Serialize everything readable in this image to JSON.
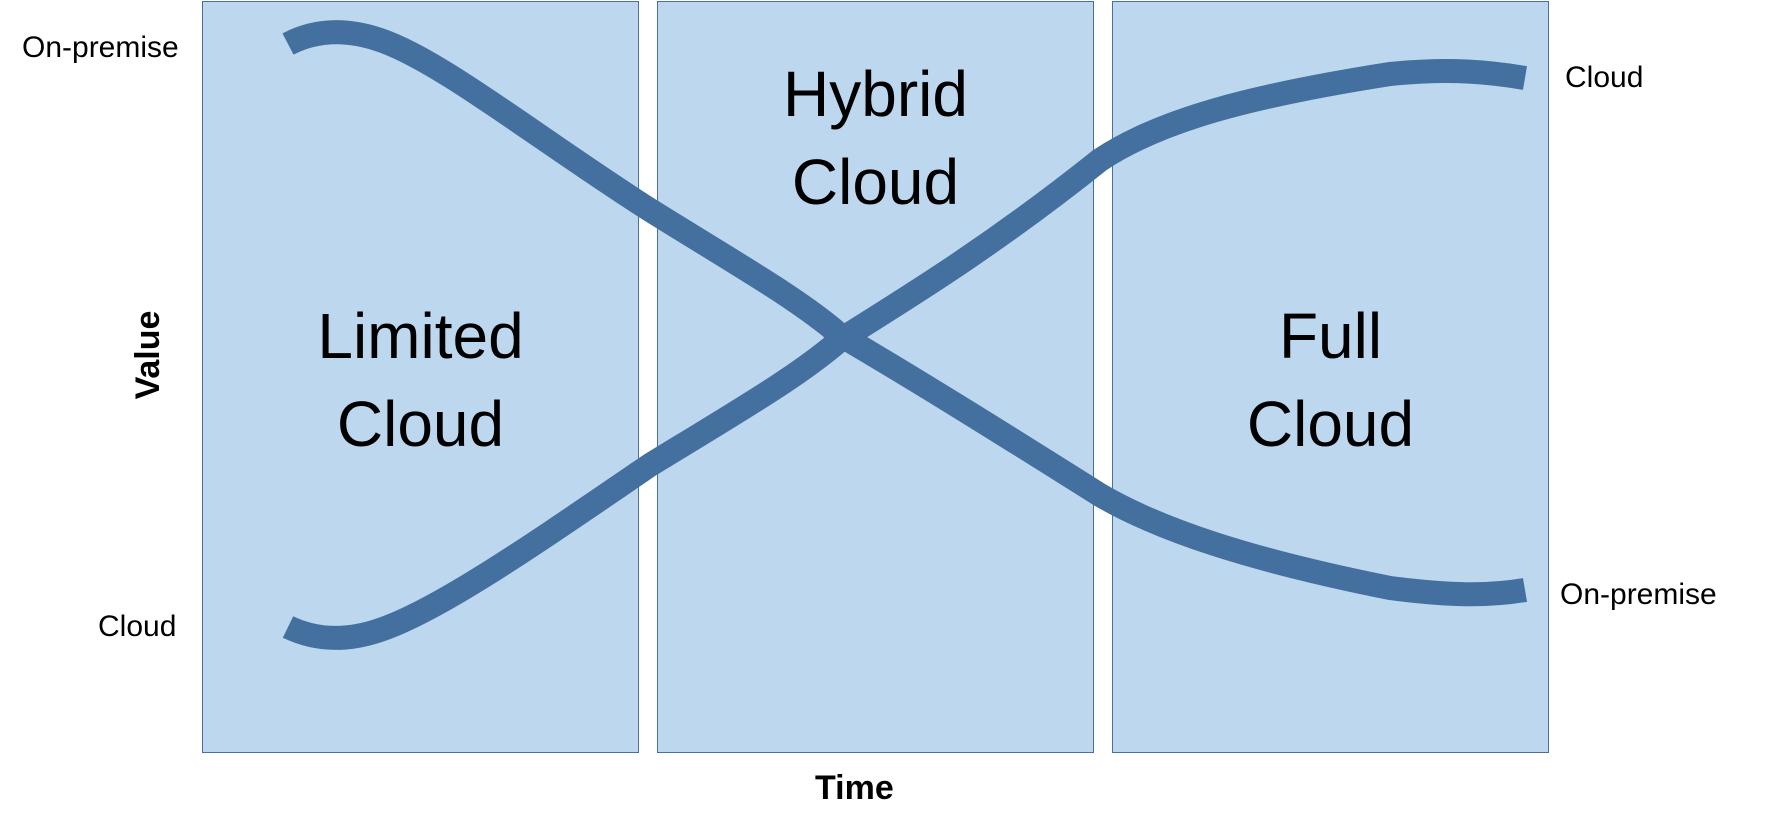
{
  "colors": {
    "panel_fill": "#bdd7ee",
    "panel_border": "#4a6f9c",
    "curve": "#44709f",
    "text": "#000000"
  },
  "axes": {
    "x_title": "Time",
    "y_title": "Value"
  },
  "phases": [
    {
      "line1": "Limited",
      "line2": "Cloud"
    },
    {
      "line1": "Hybrid",
      "line2": "Cloud"
    },
    {
      "line1": "Full",
      "line2": "Cloud"
    }
  ],
  "curve_labels": {
    "left_top": "On-premise",
    "left_bottom": "Cloud",
    "right_top": "Cloud",
    "right_bottom": "On-premise"
  }
}
